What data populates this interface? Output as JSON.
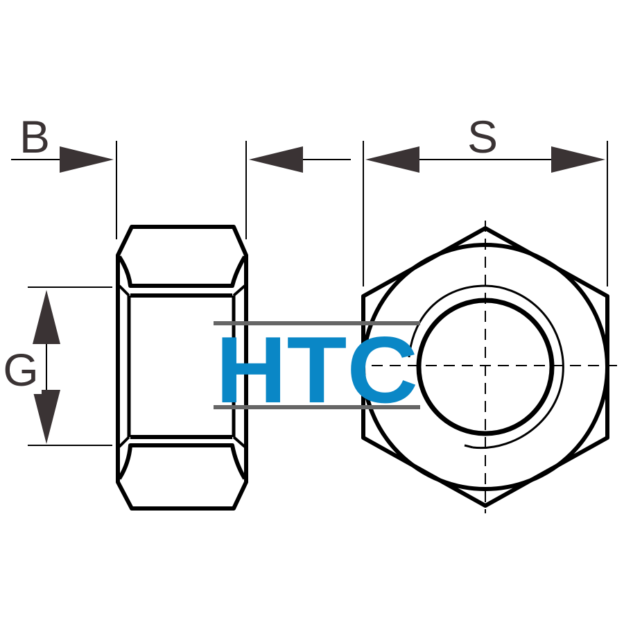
{
  "dimensions": {
    "width_label": "B",
    "height_label": "G",
    "across_flats_label": "S"
  },
  "logo": {
    "text": "HTC",
    "color": "#0a87c6",
    "bar_color": "#666666"
  },
  "colors": {
    "outline": "#000000",
    "arrow": "#3a3334",
    "background": "#ffffff"
  }
}
